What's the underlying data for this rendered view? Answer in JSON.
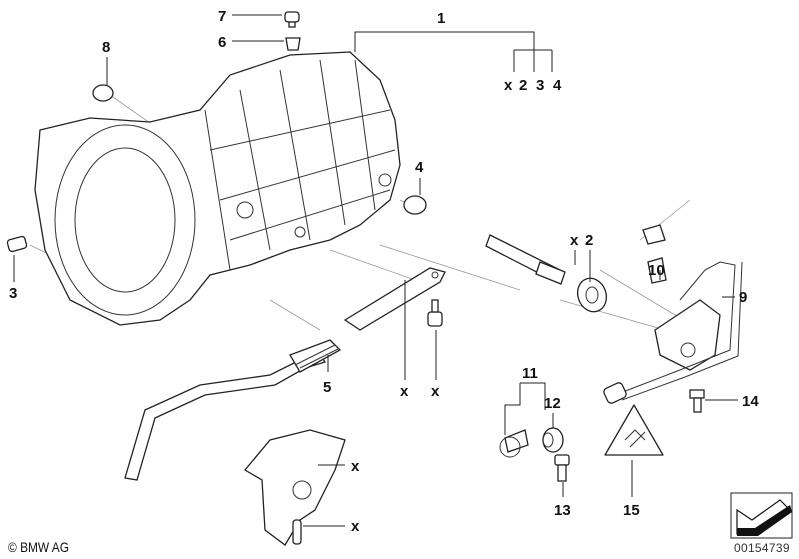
{
  "labels": {
    "l1": "1",
    "x_a": "x",
    "l2a": "2",
    "l3a": "3",
    "l4a": "4",
    "l7": "7",
    "l6": "6",
    "l8": "8",
    "l4": "4",
    "l3": "3",
    "x_b": "x",
    "l2": "2",
    "l10": "10",
    "l9": "9",
    "l5": "5",
    "x_c": "x",
    "x_d": "x",
    "l11": "11",
    "l12": "12",
    "l14": "14",
    "l13": "13",
    "l15": "15",
    "x_e": "x",
    "x_f": "x"
  },
  "footer": {
    "copyright": "© BMW AG",
    "diagram_number": "00154739"
  }
}
